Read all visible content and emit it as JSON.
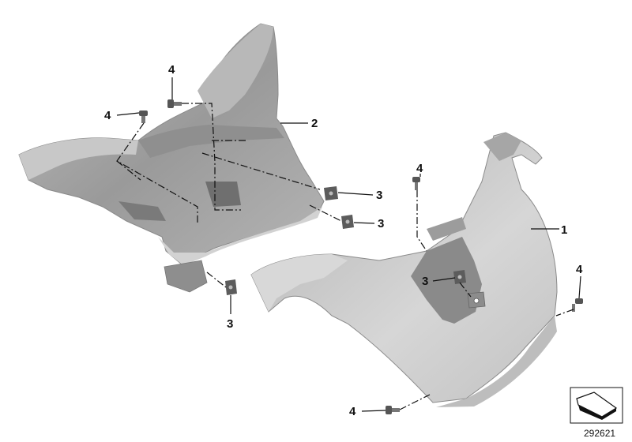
{
  "diagram": {
    "callouts": {
      "part1": "1",
      "part2": "2",
      "nut3_a": "3",
      "nut3_b": "3",
      "nut3_c": "3",
      "nut3_d": "3",
      "screw4_a": "4",
      "screw4_b": "4",
      "screw4_c": "4",
      "screw4_d": "4",
      "screw4_e": "4"
    },
    "document_number": "292621",
    "icon": "view-direction-arrow-icon",
    "colors": {
      "part_light": "#cfcfcf",
      "part_mid": "#a9a9a9",
      "part_dark": "#7d7d7d",
      "fastener": "#5c5c5c",
      "line": "#111111"
    }
  }
}
